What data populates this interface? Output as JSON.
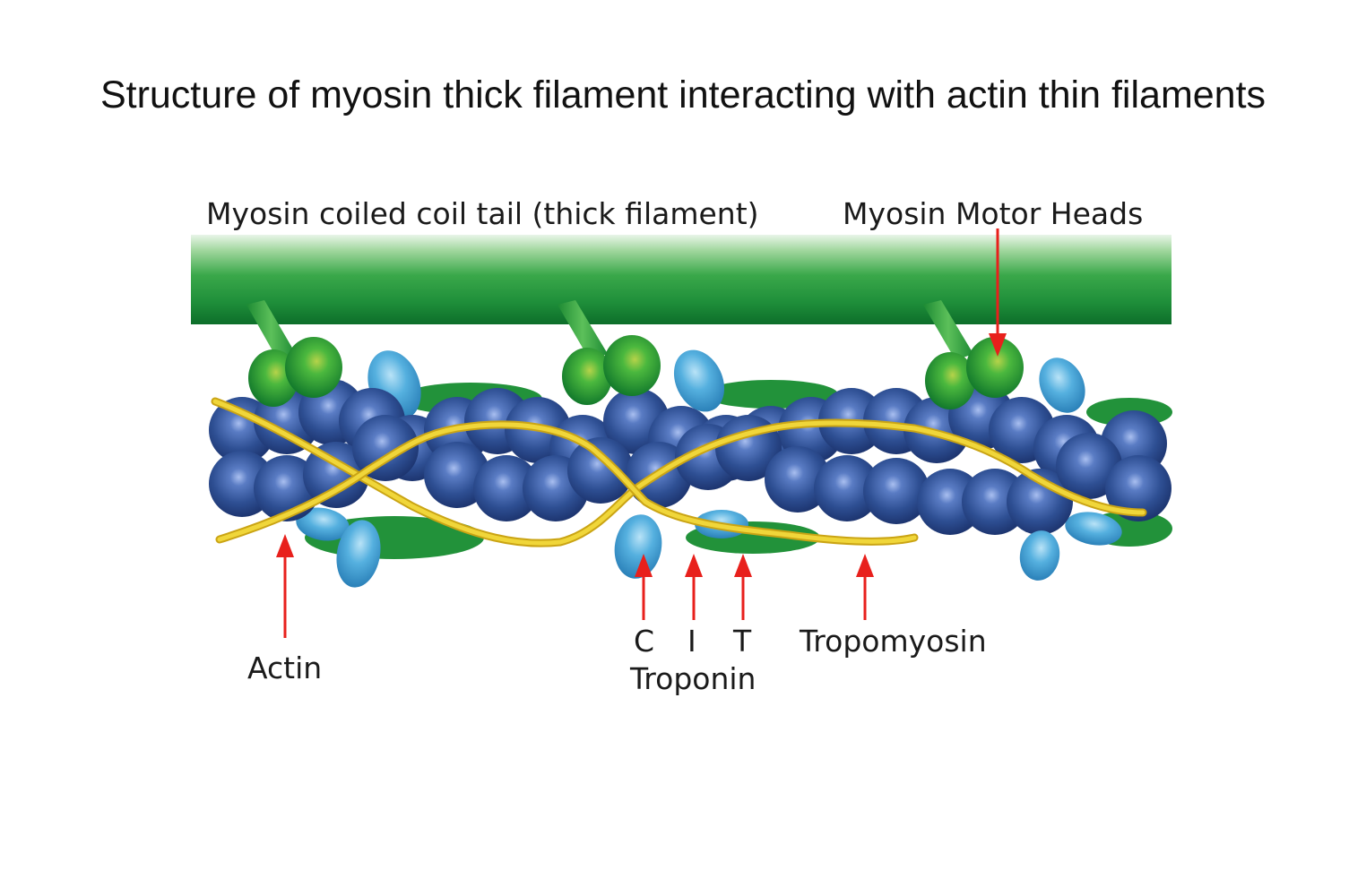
{
  "title": "Structure of myosin thick filament interacting with actin thin filaments",
  "labels": {
    "myosin_tail": "Myosin coiled coil tail (thick filament)",
    "motor_heads": "Myosin Motor Heads",
    "actin": "Actin",
    "troponin_c": "C",
    "troponin_i": "I",
    "troponin_t": "T",
    "troponin": "Troponin",
    "tropomyosin": "Tropomyosin"
  },
  "colors": {
    "thick_filament": "#1f8f3a",
    "motor_head": "#2aa33c",
    "actin": "#2e4f93",
    "troponin_blob": "#4aa6d8",
    "tropomyosin": "#e2c21c",
    "arrow": "#e8201c",
    "text": "#111111"
  }
}
